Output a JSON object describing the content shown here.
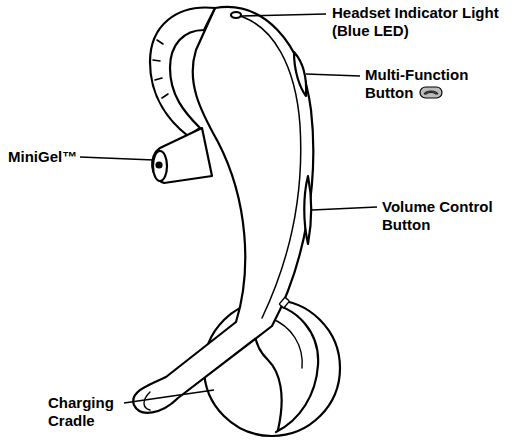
{
  "diagram": {
    "labels": [
      "Headset Indicator Light (Blue LED)",
      "Multi-Function Button",
      "MiniGel™",
      "Volume Control Button",
      "Charging Cradle"
    ]
  }
}
